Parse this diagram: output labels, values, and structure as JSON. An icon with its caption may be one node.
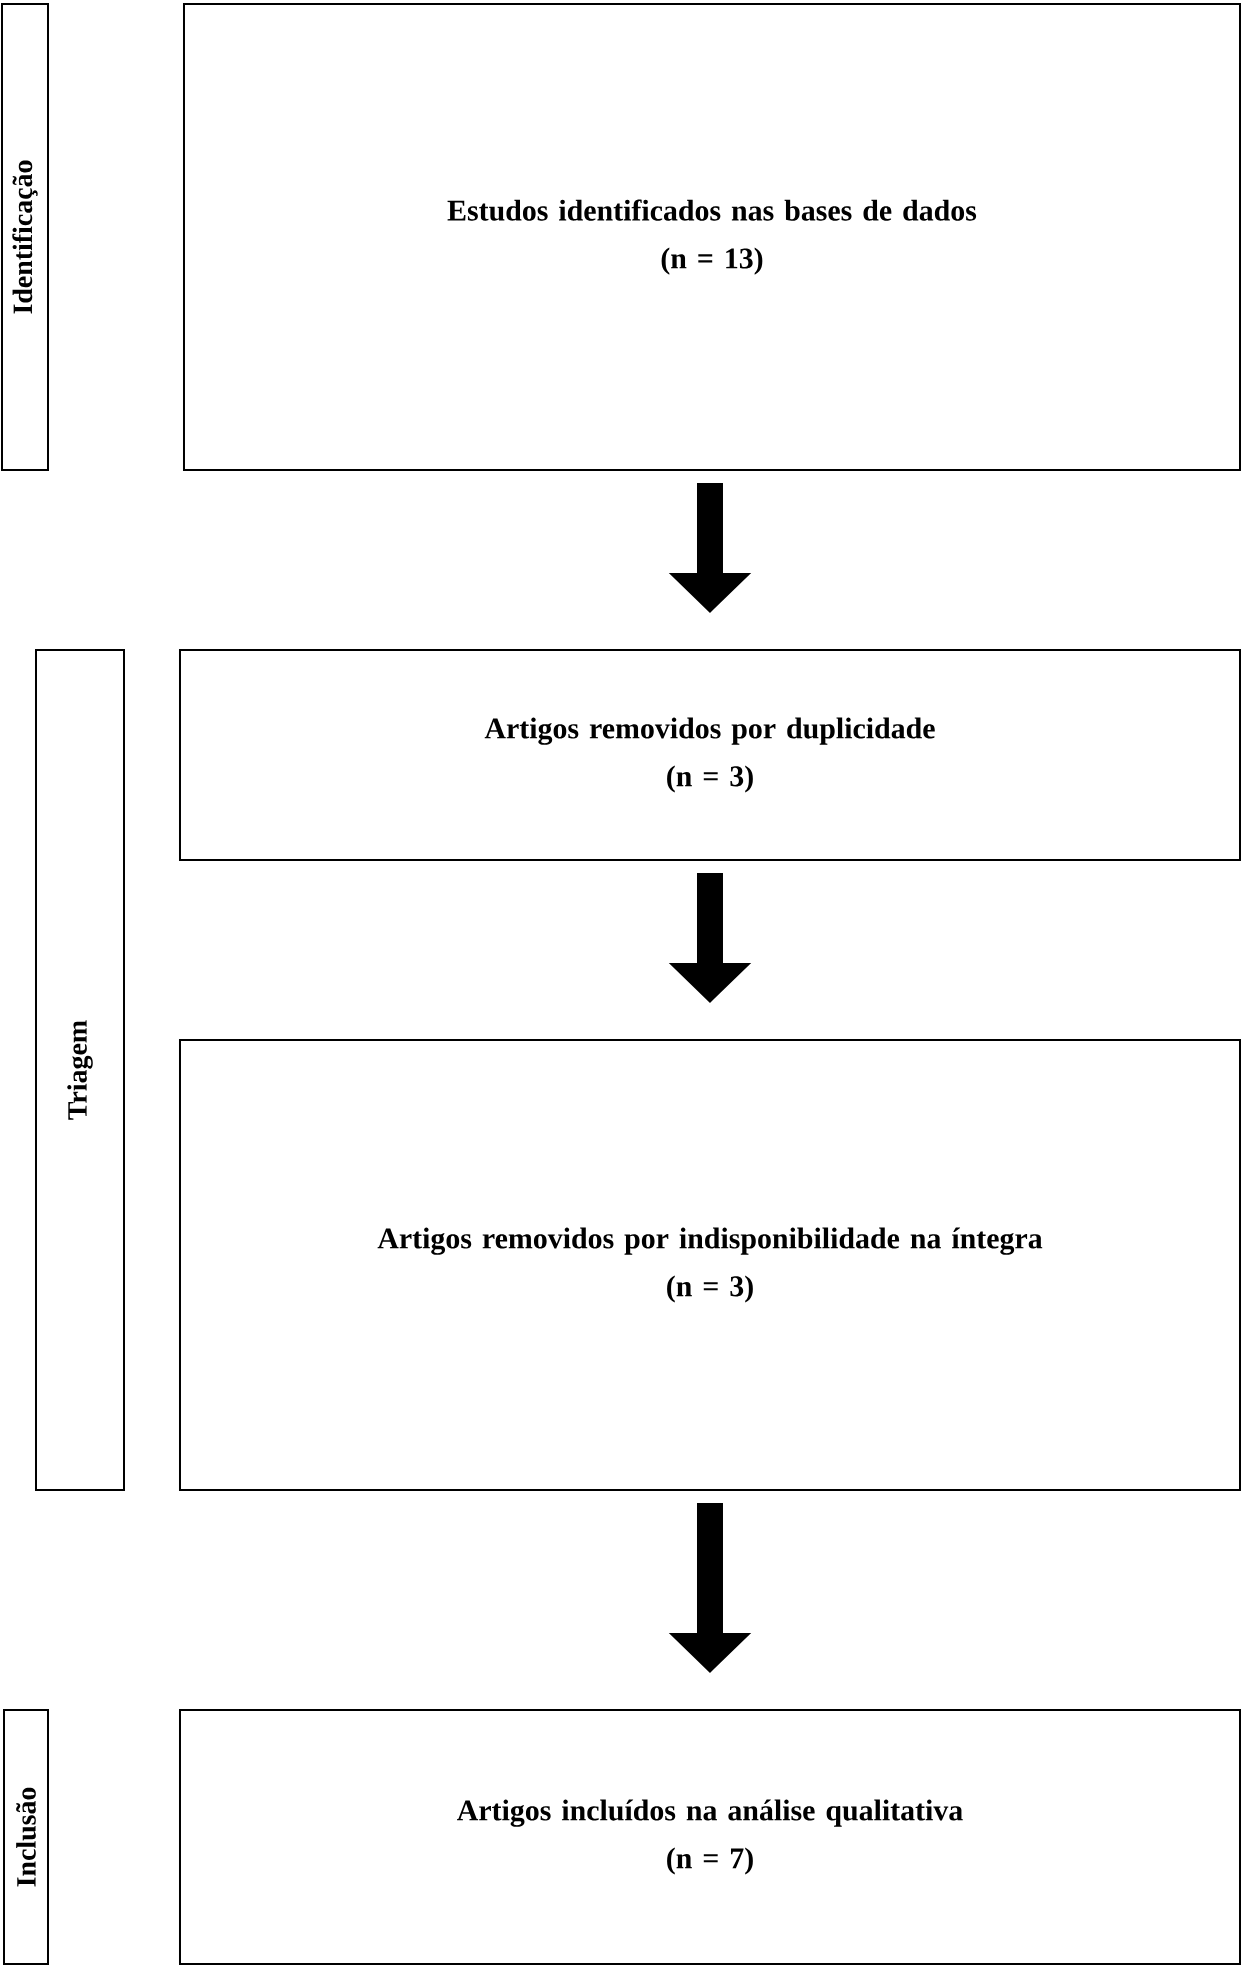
{
  "diagram": {
    "nodes": [
      {
        "text": [
          "Identificação"
        ]
      },
      {
        "text": [
          "Estudos identificados nas bases de dados",
          "(n = 13)"
        ]
      },
      {
        "text": [
          "Triagem"
        ]
      },
      {
        "text": [
          "Artigos removidos por duplicidade",
          "(n = 3)"
        ]
      },
      {
        "text": [
          "Artigos removidos por indisponibilidade na íntegra",
          "(n = 3)"
        ]
      },
      {
        "text": [
          "Inclusão"
        ]
      },
      {
        "text": [
          "Artigos incluídos na análise qualitativa",
          "(n = 7)"
        ]
      }
    ],
    "edges": [
      {
        "from": 1,
        "to": 3,
        "arrow": "to"
      },
      {
        "from": 3,
        "to": 4,
        "arrow": "to"
      },
      {
        "from": 4,
        "to": 6,
        "arrow": "to"
      }
    ]
  }
}
